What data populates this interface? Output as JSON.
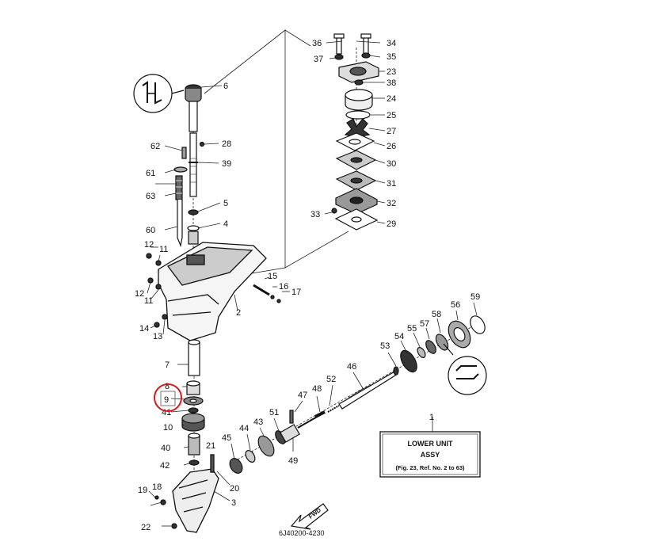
{
  "callouts": [
    "1",
    "2",
    "3",
    "4",
    "5",
    "6",
    "7",
    "8",
    "9",
    "10",
    "11",
    "11",
    "12",
    "12",
    "13",
    "14",
    "15",
    "16",
    "17",
    "18",
    "19",
    "20",
    "21",
    "22",
    "23",
    "24",
    "25",
    "26",
    "27",
    "28",
    "29",
    "30",
    "31",
    "32",
    "33",
    "34",
    "35",
    "36",
    "37",
    "38",
    "39",
    "40",
    "41",
    "42",
    "43",
    "44",
    "45",
    "46",
    "47",
    "48",
    "49",
    "51",
    "52",
    "53",
    "54",
    "55",
    "56",
    "57",
    "58",
    "59",
    "60",
    "61",
    "62",
    "63"
  ],
  "assy_box": {
    "line1": "LOWER UNIT",
    "line2": "ASSY",
    "line3": "(Fig. 23, Ref. No. 2 to 63)"
  },
  "fwd_label": "FWD",
  "diagram_code": "6J40200-4230",
  "highlight": {
    "callout": "9",
    "color": "#d61a1a"
  }
}
